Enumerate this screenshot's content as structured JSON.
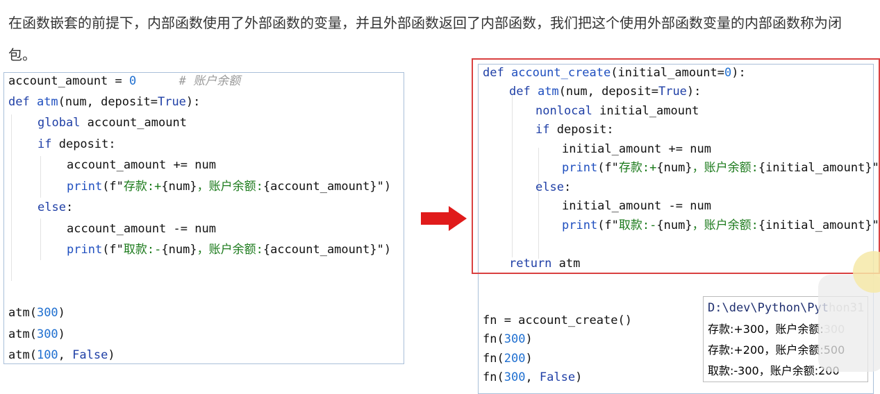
{
  "intro": {
    "text": "在函数嵌套的前提下，内部函数使用了外部函数的变量，并且外部函数返回了内部函数，我们把这个使用外部函数变量的内部函数称为闭包。"
  },
  "left_code": {
    "l1_var": "account_amount = ",
    "l1_num": "0",
    "l1_comment": "# 账户余额",
    "l2_def": "def ",
    "l2_name": "atm",
    "l2_args": "(num, deposit=",
    "l2_true": "True",
    "l2_end": "):",
    "l3_global": "global",
    "l3_rest": " account_amount",
    "l4_if": "if",
    "l4_rest": " deposit:",
    "l5": "account_amount += num",
    "l6_print": "print",
    "l6_open": "(f\"",
    "l6_str": "存款:+",
    "l6_var": "{num}",
    "l6_str2": "，账户余额:",
    "l6_var2": "{account_amount}",
    "l6_close": "\")",
    "l7_else": "else",
    "l7_colon": ":",
    "l8": "account_amount -= num",
    "l9_print": "print",
    "l9_open": "(f\"",
    "l9_str": "取款:-",
    "l9_var": "{num}",
    "l9_str2": "，账户余额:",
    "l9_var2": "{account_amount}",
    "l9_close": "\")",
    "c1_fn": "atm(",
    "c1_num": "300",
    "c1_end": ")",
    "c2_fn": "atm(",
    "c2_num": "300",
    "c2_end": ")",
    "c3_fn": "atm(",
    "c3_num": "100",
    "c3_mid": ", ",
    "c3_false": "False",
    "c3_end": ")"
  },
  "right_code": {
    "r1_def": "def ",
    "r1_name": "account_create",
    "r1_args": "(initial_amount=",
    "r1_num": "0",
    "r1_end": "):",
    "r2_def": "def ",
    "r2_name": "atm",
    "r2_args": "(num, deposit=",
    "r2_true": "True",
    "r2_end": "):",
    "r3_kw": "nonlocal",
    "r3_rest": " initial_amount",
    "r4_if": "if",
    "r4_rest": " deposit:",
    "r5": "initial_amount += num",
    "r6_print": "print",
    "r6_open": "(f\"",
    "r6_str": "存款:+",
    "r6_var": "{num}",
    "r6_str2": "，账户余额:",
    "r6_var2": "{initial_amount}",
    "r6_close": "\")",
    "r7_else": "else",
    "r7_colon": ":",
    "r8": "initial_amount -= num",
    "r9_print": "print",
    "r9_open": "(f\"",
    "r9_str": "取款:-",
    "r9_var": "{num}",
    "r9_str2": "，账户余额:",
    "r9_var2": "{initial_amount}",
    "r9_close": "\")",
    "r10_kw": "return",
    "r10_rest": " atm",
    "c1": "fn = account_create()",
    "c2_fn": "fn(",
    "c2_num": "300",
    "c2_end": ")",
    "c3_fn": "fn(",
    "c3_num": "200",
    "c3_end": ")",
    "c4_fn": "fn(",
    "c4_num": "300",
    "c4_mid": ", ",
    "c4_false": "False",
    "c4_end": ")"
  },
  "output": {
    "path": "D:\\dev\\Python\\Pyt",
    "path_faded": "hon31",
    "line1": "存款:+300，账户余额:",
    "line1_faded": "300",
    "line2": "存款:+200，账户余额:500",
    "line3": "取款:-300，账户余额:200"
  },
  "colors": {
    "arrow": "#e01b1b",
    "highlight_frame": "#d94040",
    "keyword": "#1f3fa6",
    "string": "#1b7a1b"
  }
}
